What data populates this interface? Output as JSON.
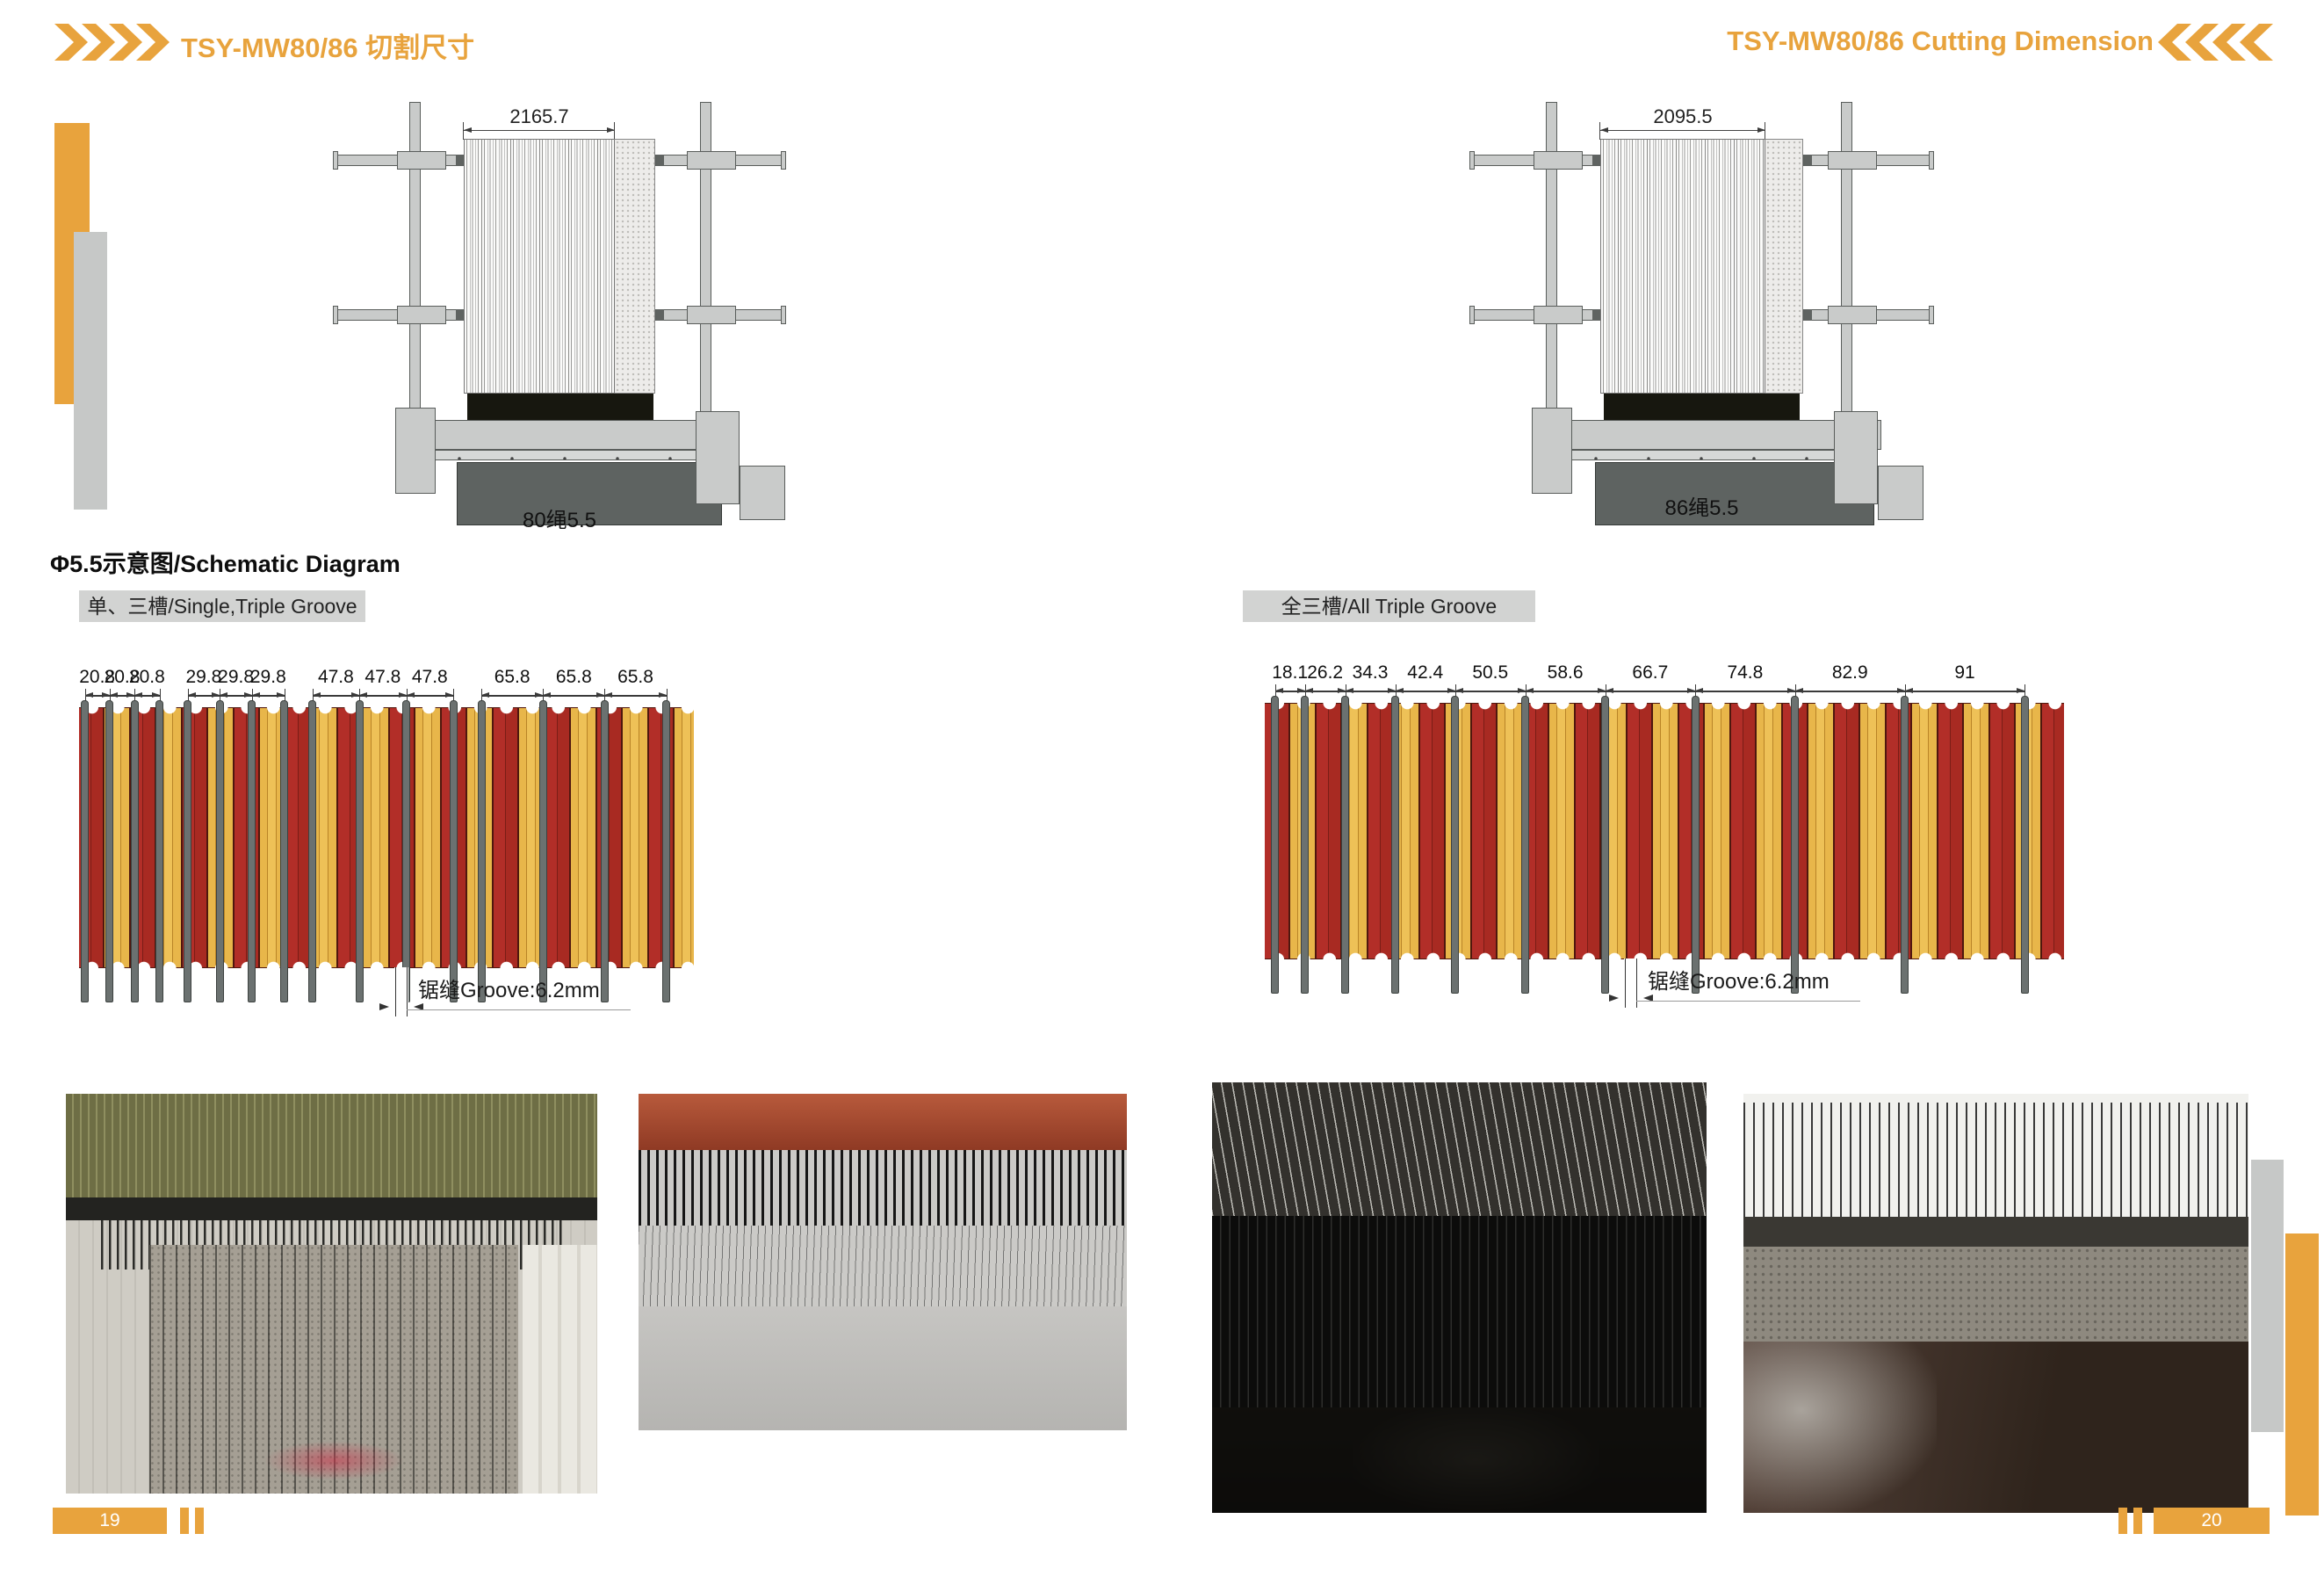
{
  "page": {
    "header_left": {
      "title": "TSY-MW80/86 切割尺寸"
    },
    "header_right": {
      "title": "TSY-MW80/86 Cutting Dimension"
    },
    "footer": {
      "left_page": "19",
      "right_page": "20"
    }
  },
  "section": {
    "heading": "Φ5.5示意图/Schematic Diagram"
  },
  "drawings": [
    {
      "dimension": "2165.7",
      "caption": "80绳5.5"
    },
    {
      "dimension": "2095.5",
      "caption": "86绳5.5"
    }
  ],
  "schematics": [
    {
      "tag": "单、三槽/Single,Triple Groove",
      "groove_label": "锯缝Groove:6.2mm",
      "dimension_groups": [
        [
          "20.8",
          "20.8",
          "20.8"
        ],
        [
          "29.8",
          "29.8",
          "29.8"
        ],
        [
          "47.8",
          "47.8",
          "47.8"
        ],
        [
          "65.8",
          "65.8",
          "65.8"
        ]
      ]
    },
    {
      "tag": "全三槽/All Triple Groove",
      "groove_label": "锯缝Groove:6.2mm",
      "dimension_groups": [
        [
          "18.1",
          "26.2",
          "34.3",
          "42.4",
          "50.5",
          "58.6",
          "66.7",
          "74.8",
          "82.9",
          "91"
        ]
      ]
    }
  ],
  "colors": {
    "accent": "#E8A33D",
    "stripe_red": "#B22E28",
    "stripe_yellow": "#E8B64A",
    "wire_gray": "#6B7170",
    "label_bg": "#D2D3D2"
  }
}
